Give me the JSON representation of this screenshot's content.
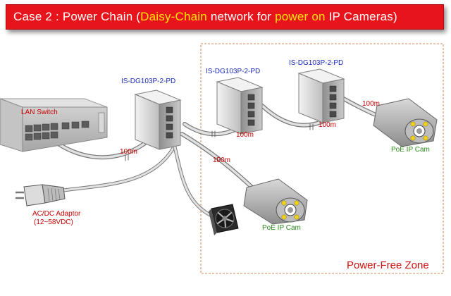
{
  "banner": {
    "prefix": "Case 2 : Power Chain (",
    "highlight_daisy": "Daisy-Chain",
    "middle": " network for ",
    "highlight_power": "power on",
    "suffix": " IP Cameras)"
  },
  "labels": {
    "lan_switch": "LAN Switch",
    "adaptor_line1": "AC/DC Adaptor",
    "adaptor_line2": "(12~58VDC)",
    "device_1": "IS-DG103P-2-PD",
    "device_2": "IS-DG103P-2-PD",
    "device_3": "IS-DG103P-2-PD",
    "cam_1": "PoE IP Cam",
    "cam_2": "PoE IP Cam",
    "zone": "Power-Free Zone"
  },
  "cable_distances": {
    "switch_to_device1": "100m",
    "device1_to_device2": "100m",
    "device1_to_cam2": "100m",
    "device2_to_device3": "100m",
    "device3_to_cam1": "100m"
  },
  "colors": {
    "banner_bg": "#e8141c",
    "banner_text": "#ffffff",
    "banner_highlight": "#ffe600",
    "device_label": "#1a2ab8",
    "distance_label": "#cc0000",
    "camera_label": "#2a8a1a",
    "zone_label": "#cc1010",
    "zone_border": "#d9a27a"
  }
}
